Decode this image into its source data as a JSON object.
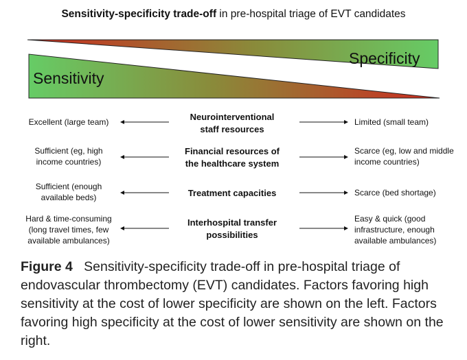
{
  "title": {
    "bold": "Sensitivity-specificity trade-off",
    "rest": " in pre-hospital triage of EVT candidates"
  },
  "wedges": {
    "left_label": "Sensitivity",
    "right_label": "Specificity",
    "colors": {
      "green": "#66cc66",
      "red": "#cc2a1f"
    }
  },
  "rows": [
    {
      "left": [
        "Excellent (large team)"
      ],
      "center": [
        "Neurointerventional",
        "staff resources"
      ],
      "right": [
        "Limited (small team)"
      ]
    },
    {
      "left": [
        "Sufficient (eg, high",
        "income countries)"
      ],
      "center": [
        "Financial resources of",
        "the healthcare system"
      ],
      "right": [
        "Scarce (eg, low and middle",
        "income countries)"
      ]
    },
    {
      "left": [
        "Sufficient (enough",
        "available  beds)"
      ],
      "center": [
        "Treatment capacities"
      ],
      "right": [
        "Scarce (bed shortage)"
      ]
    },
    {
      "left": [
        "Hard & time-consuming",
        "(long travel times, few",
        "available ambulances)"
      ],
      "center": [
        "Interhospital transfer",
        "possibilities"
      ],
      "right": [
        "Easy & quick (good",
        "infrastructure, enough",
        "available ambulances)"
      ]
    }
  ],
  "caption": {
    "figure": "Figure 4",
    "text": "Sensitivity-specificity trade-off in pre-hospital triage of endovascular thrombectomy (EVT) candidates. Factors favoring high sensitivity at the cost of lower specificity are shown on the left. Factors favoring high specificity at the cost of lower sensitivity are shown on the right."
  }
}
